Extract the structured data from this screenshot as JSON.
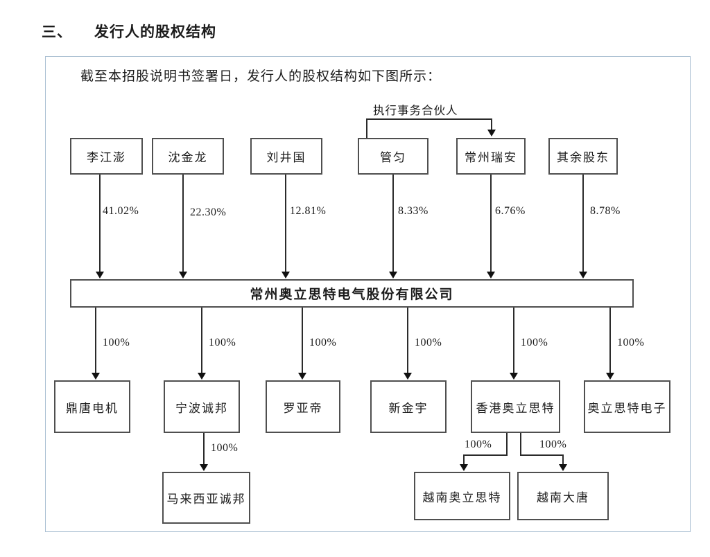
{
  "document": {
    "section_number": "三、",
    "section_title": "发行人的股权结构",
    "intro_text": "截至本招股说明书签署日，发行人的股权结构如下图所示："
  },
  "diagram": {
    "type": "equity-structure-org-chart",
    "executive_partner_label": "执行事务合伙人",
    "company": {
      "name": "常州奥立思特电气股份有限公司"
    },
    "shareholders": [
      {
        "name": "李江澎",
        "ownership": "41.02%"
      },
      {
        "name": "沈金龙",
        "ownership": "22.30%"
      },
      {
        "name": "刘井国",
        "ownership": "12.81%"
      },
      {
        "name": "管匀",
        "ownership": "8.33%"
      },
      {
        "name": "常州瑞安",
        "ownership": "6.76%"
      },
      {
        "name": "其余股东",
        "ownership": "8.78%"
      }
    ],
    "executive_partner_relation": {
      "from": "管匀",
      "to": "常州瑞安"
    },
    "subsidiaries": [
      {
        "name": "鼎唐电机",
        "ownership": "100%"
      },
      {
        "name": "宁波诚邦",
        "ownership": "100%"
      },
      {
        "name": "罗亚帝",
        "ownership": "100%"
      },
      {
        "name": "新金宇",
        "ownership": "100%"
      },
      {
        "name": "香港奥立思特",
        "ownership": "100%"
      },
      {
        "name": "奥立思特电子",
        "ownership": "100%"
      }
    ],
    "second_tier": [
      {
        "parent": "宁波诚邦",
        "name": "马来西亚诚邦",
        "ownership": "100%"
      },
      {
        "parent": "香港奥立思特",
        "name": "越南奥立思特",
        "ownership": "100%"
      },
      {
        "parent": "香港奥立思特",
        "name": "越南大唐",
        "ownership": "100%"
      }
    ],
    "colors": {
      "frame_border": "#aabfd2",
      "box_border": "#4f4f4f",
      "connector": "#2b2b2b",
      "text": "#1b1b1b",
      "background": "#ffffff"
    }
  }
}
